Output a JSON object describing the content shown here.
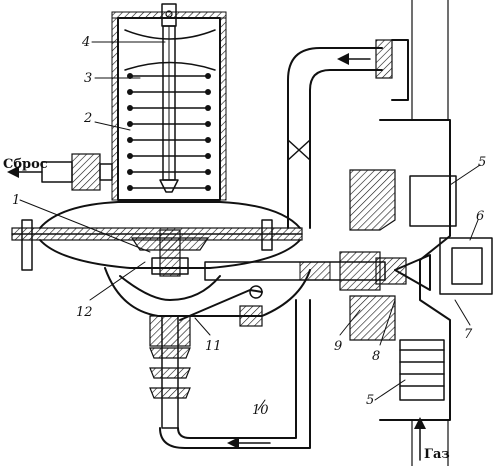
{
  "labels": {
    "outlet": "Сброс",
    "inlet": "Газ",
    "n1": "1",
    "n2": "2",
    "n3": "3",
    "n4": "4",
    "n5a": "5",
    "n5b": "5",
    "n6": "6",
    "n7": "7",
    "n8": "8",
    "n9": "9",
    "n10": "10",
    "n11": "11",
    "n12": "12"
  },
  "colors": {
    "ink": "#111111",
    "paper": "#ffffff"
  }
}
